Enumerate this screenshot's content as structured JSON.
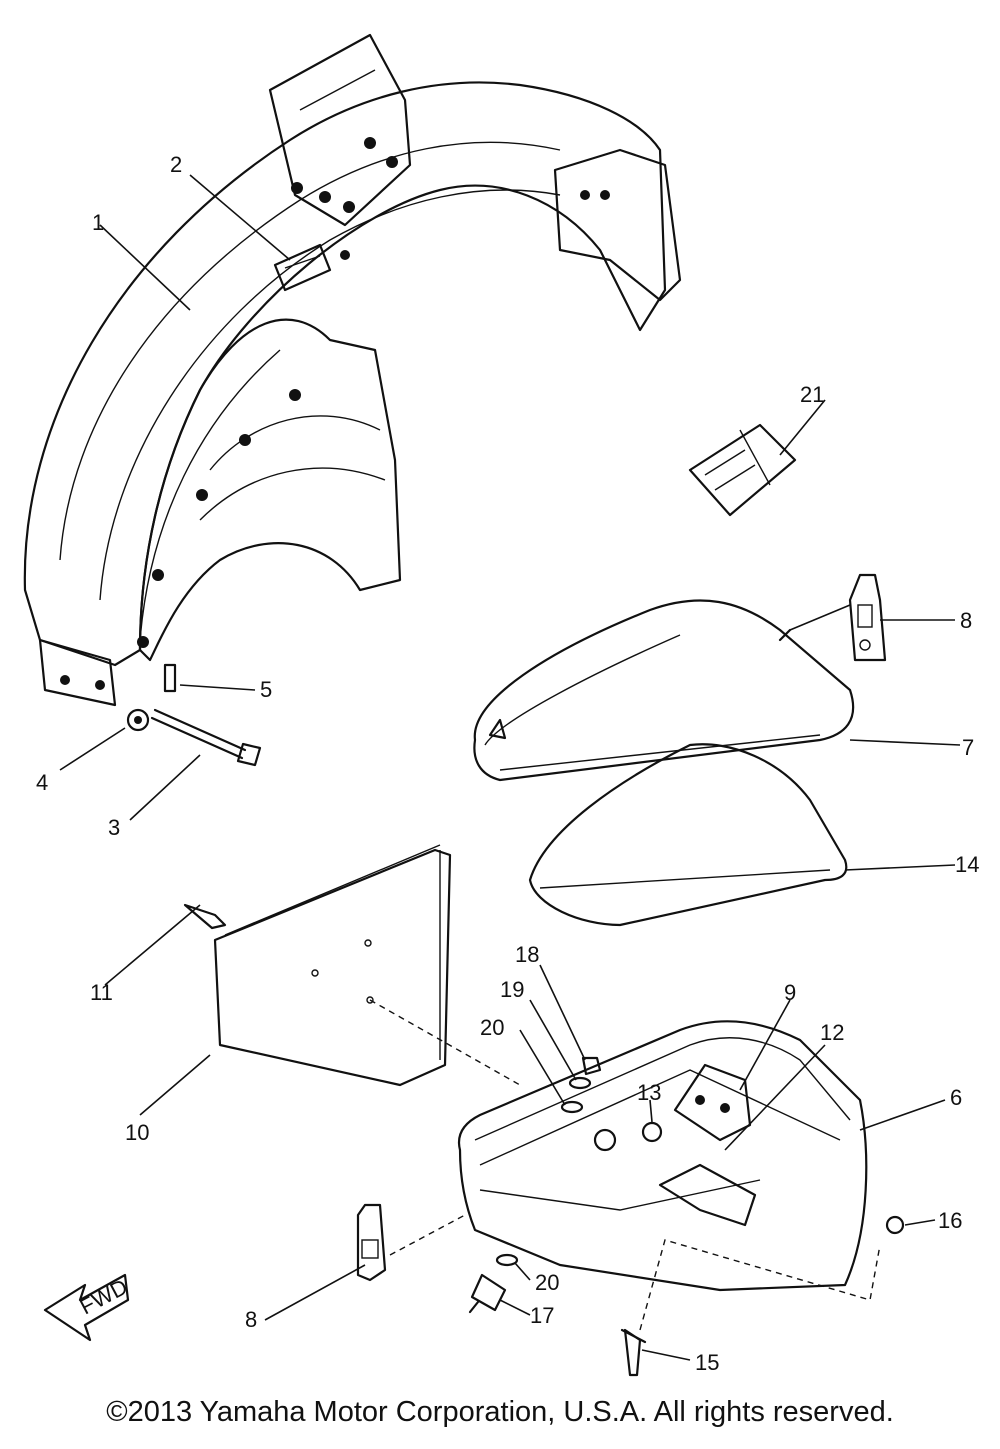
{
  "callouts": [
    {
      "key": "c1",
      "text": "1"
    },
    {
      "key": "c2",
      "text": "2"
    },
    {
      "key": "c3",
      "text": "3"
    },
    {
      "key": "c4",
      "text": "4"
    },
    {
      "key": "c5",
      "text": "5"
    },
    {
      "key": "c6",
      "text": "6"
    },
    {
      "key": "c7",
      "text": "7"
    },
    {
      "key": "c8a",
      "text": "8"
    },
    {
      "key": "c8b",
      "text": "8"
    },
    {
      "key": "c9",
      "text": "9"
    },
    {
      "key": "c10",
      "text": "10"
    },
    {
      "key": "c11",
      "text": "11"
    },
    {
      "key": "c12",
      "text": "12"
    },
    {
      "key": "c13",
      "text": "13"
    },
    {
      "key": "c14",
      "text": "14"
    },
    {
      "key": "c15",
      "text": "15"
    },
    {
      "key": "c16",
      "text": "16"
    },
    {
      "key": "c17",
      "text": "17"
    },
    {
      "key": "c18",
      "text": "18"
    },
    {
      "key": "c19",
      "text": "19"
    },
    {
      "key": "c20a",
      "text": "20"
    },
    {
      "key": "c20b",
      "text": "20"
    },
    {
      "key": "c21",
      "text": "21"
    }
  ],
  "fwd_label": "FWD",
  "copyright": "©2013 Yamaha Motor Corporation, U.S.A. All rights reserved."
}
